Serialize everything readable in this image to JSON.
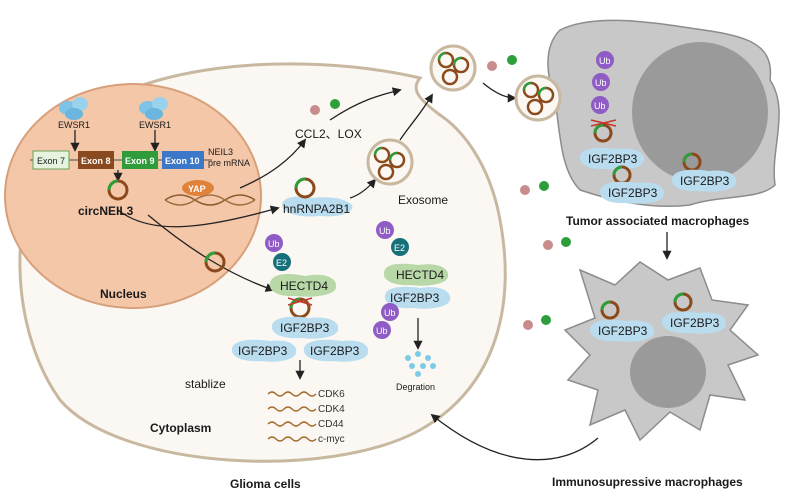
{
  "labels": {
    "ewsr1_a": "EWSR1",
    "ewsr1_b": "EWSR1",
    "exon7": "Exon 7",
    "exon8": "Exon 8",
    "exon9": "Exon 9",
    "exon10": "Exon 10",
    "neil3_pre_line1": "NEIL3",
    "neil3_pre_line2": "pre mRNA",
    "circneil3": "circNEIL3",
    "yap": "YAP",
    "nucleus": "Nucleus",
    "ccl2_lox": "CCL2、LOX",
    "hnrnpa2b1": "hnRNPA2B1",
    "exosome": "Exosome",
    "ub": "Ub",
    "e2": "E2",
    "hectd4": "HECTD4",
    "igf2bp3": "IGF2BP3",
    "stablize": "stablize",
    "degration": "Degration",
    "cytoplasm": "Cytoplasm",
    "glioma_cells": "Glioma cells",
    "tam": "Tumor associated macrophages",
    "immuno": "Immunosupressive macrophages"
  },
  "genes": [
    "CDK6",
    "CDK4",
    "CD44",
    "c-myc"
  ],
  "colors": {
    "nucleus_fill": "#f4c7a8",
    "cell_stroke": "#c9b8a0",
    "macrophage_fill": "#c8c8c8",
    "macro_nucleus": "#9a9a9a",
    "ub": "#8e5cc4",
    "e2": "#16707a",
    "hectd4": "#b8d8a8",
    "igf2bp3": "#b9dcef",
    "circ_ring": "#8b4a1c",
    "circ_green": "#2e9e3a",
    "exon_green": "#2f9b3a",
    "exon_blue": "#3b78c9",
    "exon_brown": "#8a4a20",
    "yap": "#e0823a"
  }
}
